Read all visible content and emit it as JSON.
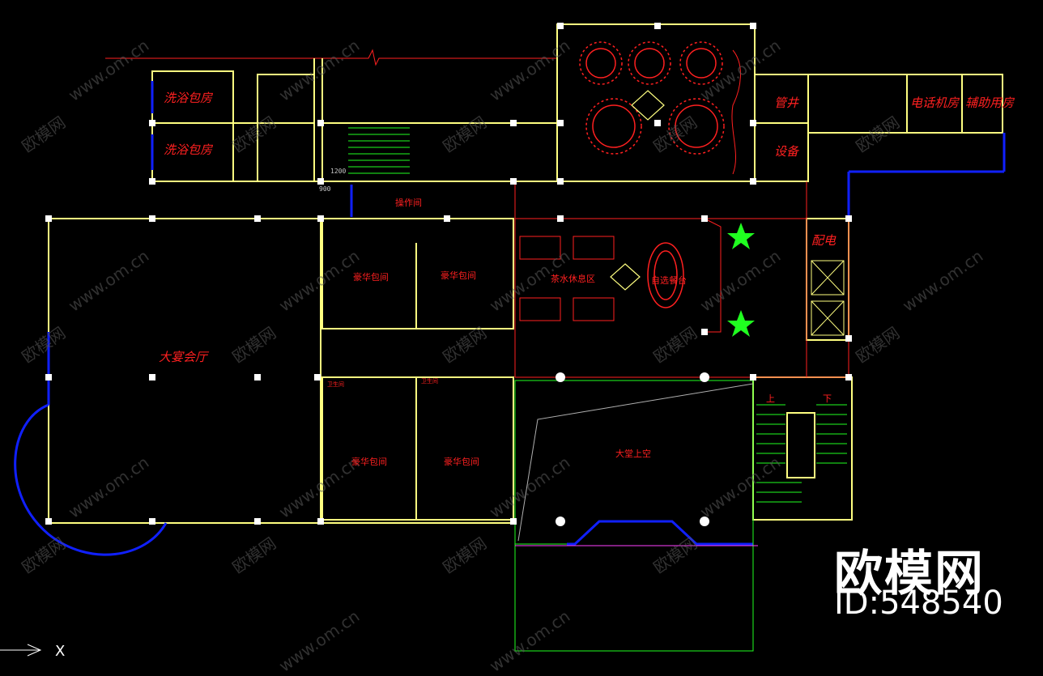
{
  "rooms": {
    "bath1": "洗浴包房",
    "bath2": "洗浴包房",
    "shaft": "管井",
    "equipment": "设备",
    "phone_room": "电话机房",
    "aux_room": "辅助用房",
    "operation": "操作间",
    "kitchenette": "配电",
    "vip1": "豪华包间",
    "vip2": "豪华包间",
    "vip3": "豪华包间",
    "vip4": "豪华包间",
    "tea_area": "茶水休息区",
    "buffet": "自选餐台",
    "banquet_hall": "大宴会厅",
    "atrium": "大堂上空",
    "stair_up": "上",
    "stair_down": "下",
    "toilet1": "卫生间",
    "toilet2": "卫生间"
  },
  "dims": {
    "d1": "1200",
    "d2": "900"
  },
  "watermark": {
    "text": "www.om.cn",
    "brand": "欧模网"
  },
  "logo": {
    "brand": "欧模网",
    "id": "ID:548540"
  },
  "ucs": {
    "x_label": "X"
  },
  "colors": {
    "wall": "#ffff80",
    "column": "#ffffff",
    "red": "#ff2020",
    "blue": "#1020ff",
    "green": "#20ff20",
    "magenta": "#ff40ff"
  }
}
